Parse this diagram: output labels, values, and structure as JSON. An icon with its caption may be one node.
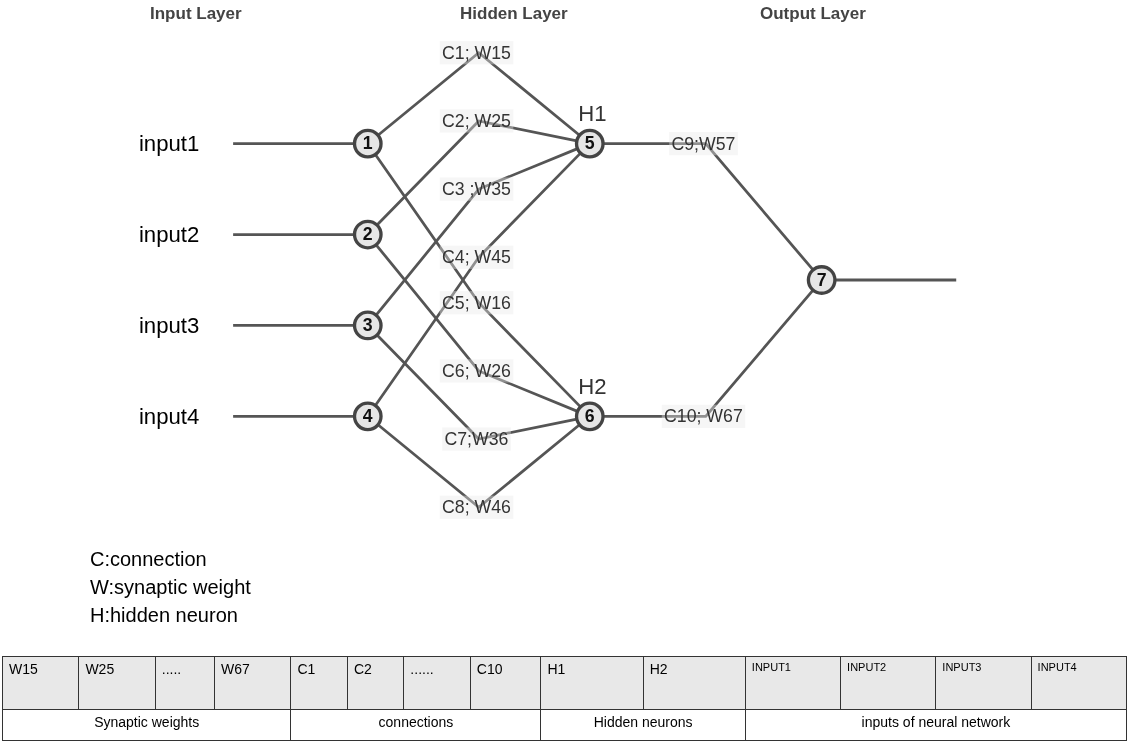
{
  "diagram": {
    "nodes": [
      {
        "text": [
          "input1"
        ]
      },
      {
        "text": [
          "1"
        ]
      },
      {
        "text": [
          "input2"
        ]
      },
      {
        "text": [
          "2"
        ]
      },
      {
        "text": [
          "input3"
        ]
      },
      {
        "text": [
          "3"
        ]
      },
      {
        "text": [
          "input4"
        ]
      },
      {
        "text": [
          "4"
        ]
      },
      {
        "text": [
          "5"
        ],
        "beside": [
          "H1"
        ]
      },
      {
        "text": [
          "6"
        ],
        "beside": [
          "H2"
        ]
      },
      {
        "text": [
          "7"
        ]
      }
    ],
    "edges": [
      {
        "from": 0,
        "to": 1,
        "arrow": "none"
      },
      {
        "from": 2,
        "to": 3,
        "arrow": "none"
      },
      {
        "from": 4,
        "to": 5,
        "arrow": "none"
      },
      {
        "from": 6,
        "to": 7,
        "arrow": "none"
      },
      {
        "from": 1,
        "to": 8,
        "label": "C1; W15",
        "arrow": "none"
      },
      {
        "from": 1,
        "to": 9,
        "label": "C5; W16",
        "arrow": "none"
      },
      {
        "from": 3,
        "to": 8,
        "label": "C2; W25",
        "arrow": "none"
      },
      {
        "from": 3,
        "to": 9,
        "label": "C6; W26",
        "arrow": "none"
      },
      {
        "from": 5,
        "to": 8,
        "label": "C3 ;W35",
        "arrow": "none"
      },
      {
        "from": 5,
        "to": 9,
        "label": "C7;W36",
        "arrow": "none"
      },
      {
        "from": 7,
        "to": 8,
        "label": "C4; W45",
        "arrow": "none"
      },
      {
        "from": 7,
        "to": 9,
        "label": "C8; W46",
        "arrow": "none"
      },
      {
        "from": 8,
        "to": 10,
        "label": "C9;W57",
        "arrow": "none"
      },
      {
        "from": 9,
        "to": 10,
        "label": "C10; W67",
        "arrow": "none"
      },
      {
        "from": 10,
        "to": null,
        "arrow": "none"
      }
    ],
    "labels": [
      "Input Layer",
      "Hidden Layer",
      "Output Layer",
      "C:connection",
      "W:synaptic weight",
      "H:hidden neuron",
      "W15",
      "W25",
      ".....",
      "W67",
      "C1",
      "C2",
      "......",
      "C10",
      "H1",
      "H2",
      "INPUT1",
      "INPUT2",
      "INPUT3",
      "INPUT4",
      "Synaptic weights",
      "connections",
      "Hidden neurons",
      "inputs of neural network"
    ]
  }
}
